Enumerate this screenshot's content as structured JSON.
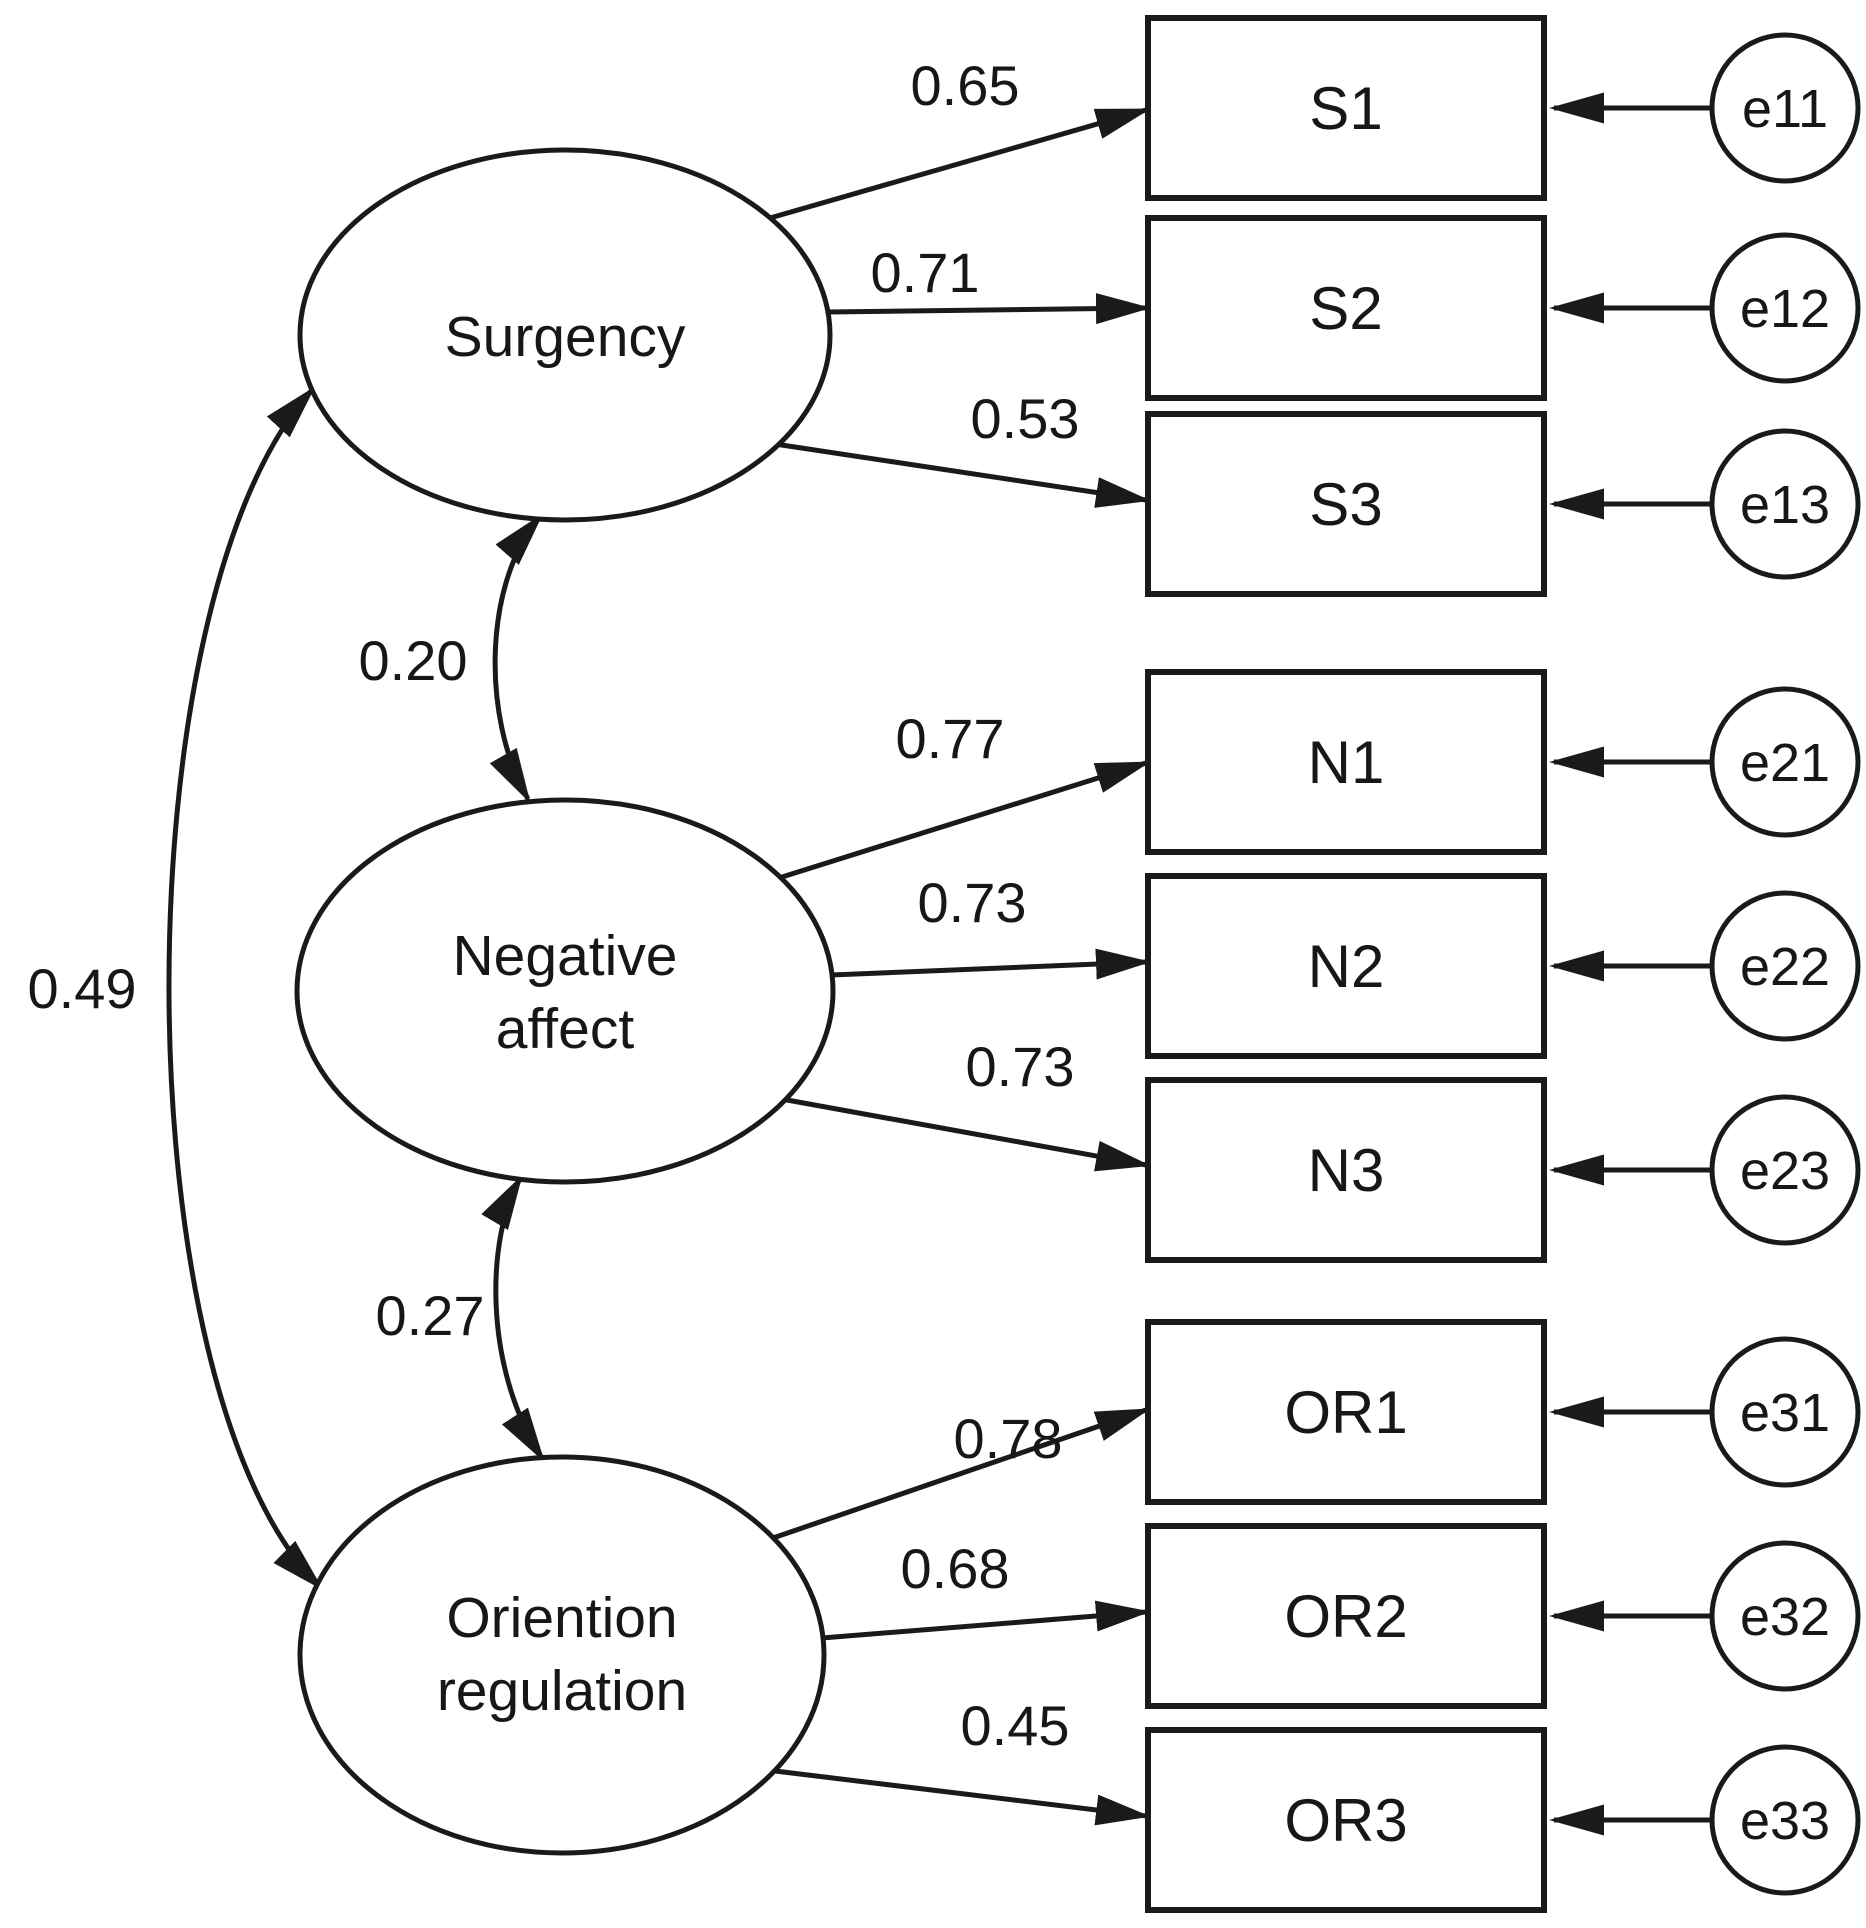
{
  "figure": {
    "kind": "structural-equation-model-path-diagram",
    "background_color": "#ffffff",
    "ink_color": "#1a1a1a"
  },
  "latent_factors": [
    {
      "name": "Surgency",
      "lines": [
        "Surgency"
      ]
    },
    {
      "name": "Negative affect",
      "lines": [
        "Negative",
        "affect"
      ]
    },
    {
      "name": "Oriention regulation",
      "lines": [
        "Oriention",
        "regulation"
      ]
    }
  ],
  "measurement_model": [
    {
      "factor": "Surgency",
      "indicators": [
        {
          "label": "S1",
          "loading": "0.65",
          "error": "e11"
        },
        {
          "label": "S2",
          "loading": "0.71",
          "error": "e12"
        },
        {
          "label": "S3",
          "loading": "0.53",
          "error": "e13"
        }
      ]
    },
    {
      "factor": "Negative affect",
      "indicators": [
        {
          "label": "N1",
          "loading": "0.77",
          "error": "e21"
        },
        {
          "label": "N2",
          "loading": "0.73",
          "error": "e22"
        },
        {
          "label": "N3",
          "loading": "0.73",
          "error": "e23"
        }
      ]
    },
    {
      "factor": "Oriention regulation",
      "indicators": [
        {
          "label": "OR1",
          "loading": "0.78",
          "error": "e31"
        },
        {
          "label": "OR2",
          "loading": "0.68",
          "error": "e32"
        },
        {
          "label": "OR3",
          "loading": "0.45",
          "error": "e33"
        }
      ]
    }
  ],
  "covariances": [
    {
      "pair": "Surgency - Negative affect",
      "value": "0.20"
    },
    {
      "pair": "Negative affect - Oriention regulation",
      "value": "0.27"
    },
    {
      "pair": "Surgency - Oriention regulation",
      "value": "0.49"
    }
  ]
}
